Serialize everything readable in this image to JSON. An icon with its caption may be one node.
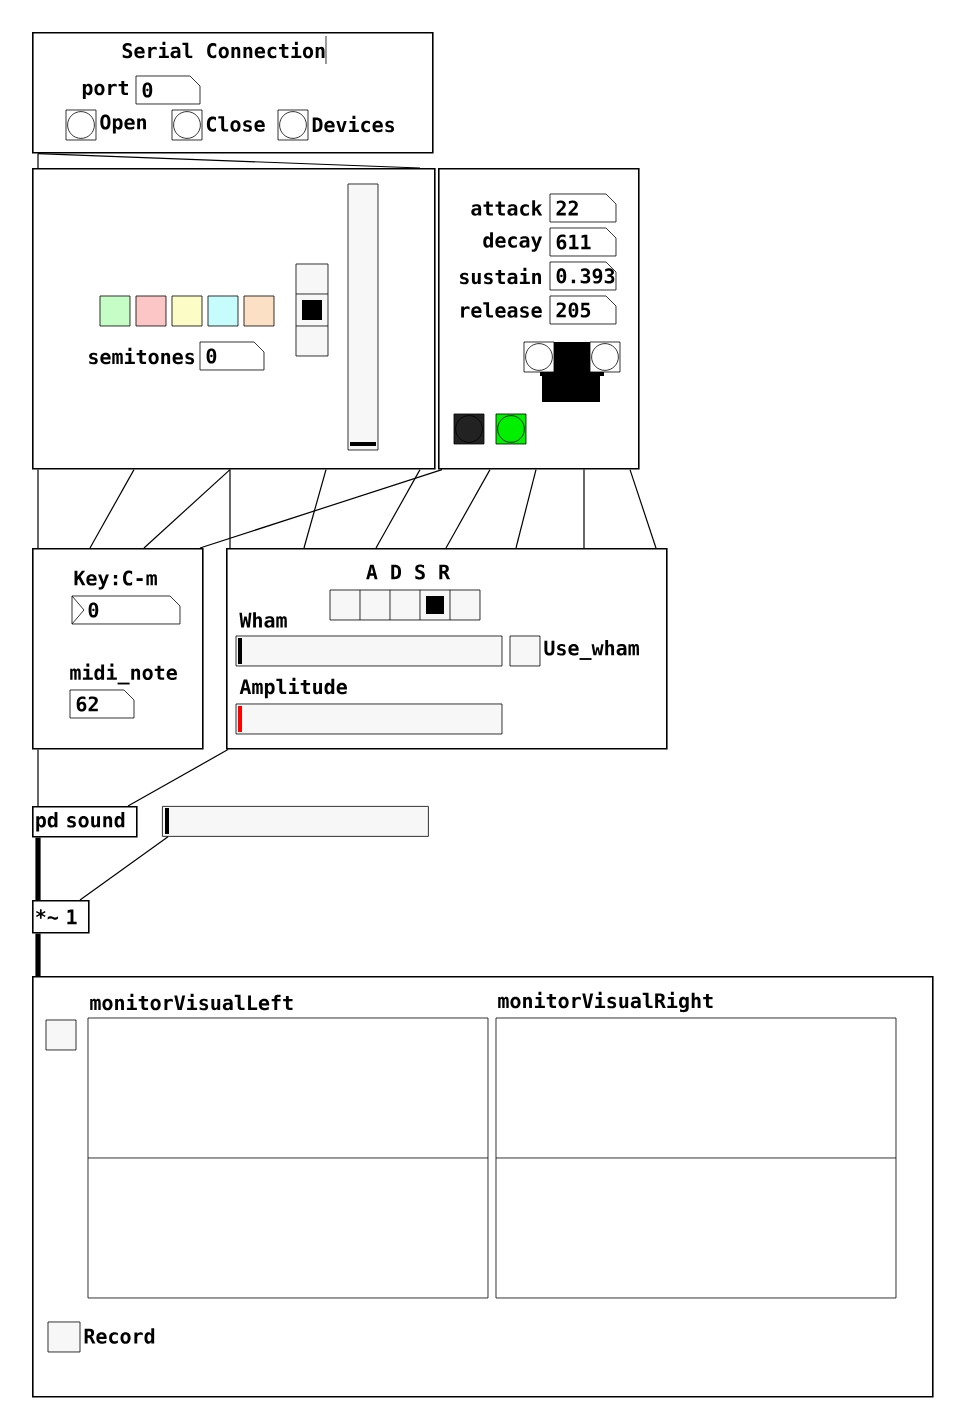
{
  "diagram": {
    "nodes": [
      {
        "text": [
          "Serial Connection",
          "port",
          "0",
          "Open",
          "Close",
          "Devices"
        ]
      },
      {
        "text": [
          "semitones",
          "0"
        ]
      },
      {
        "text": [
          "attack",
          "22",
          "decay",
          "611",
          "sustain",
          "0.393",
          "release",
          "205"
        ]
      },
      {
        "text": [
          "Key:C-m",
          "0",
          "midi_note",
          "62"
        ]
      },
      {
        "text": [
          "A D S R",
          "Wham",
          "Use_wham",
          "Amplitude"
        ]
      },
      {
        "text": [
          "pd sound"
        ]
      },
      {
        "text": [],
        "shape": "bar"
      },
      {
        "text": [
          "*~ 1"
        ]
      },
      {
        "text": [
          "monitorVisualLeft",
          "monitorVisualRight",
          "Record"
        ]
      }
    ],
    "edges": [
      {
        "from": 0,
        "to": 1,
        "arrow": "none"
      },
      {
        "from": 0,
        "to": 1,
        "arrow": "none"
      },
      {
        "from": 1,
        "to": 3,
        "arrow": "none"
      },
      {
        "from": 1,
        "to": 3,
        "arrow": "none"
      },
      {
        "from": 1,
        "to": 3,
        "arrow": "none"
      },
      {
        "from": 1,
        "to": 4,
        "arrow": "none"
      },
      {
        "from": 1,
        "to": 4,
        "arrow": "none"
      },
      {
        "from": 1,
        "to": 4,
        "arrow": "none"
      },
      {
        "from": 2,
        "to": 3,
        "arrow": "none"
      },
      {
        "from": 2,
        "to": 4,
        "arrow": "none"
      },
      {
        "from": 2,
        "to": 4,
        "arrow": "none"
      },
      {
        "from": 2,
        "to": 4,
        "arrow": "none"
      },
      {
        "from": 2,
        "to": 4,
        "arrow": "none"
      },
      {
        "from": 3,
        "to": 5,
        "arrow": "none"
      },
      {
        "from": 4,
        "to": 5,
        "arrow": "none"
      },
      {
        "from": 5,
        "to": 7,
        "arrow": "none",
        "style": "thick"
      },
      {
        "from": 6,
        "to": 7,
        "arrow": "none"
      },
      {
        "from": 7,
        "to": 8,
        "arrow": "none",
        "style": "thick"
      }
    ]
  }
}
